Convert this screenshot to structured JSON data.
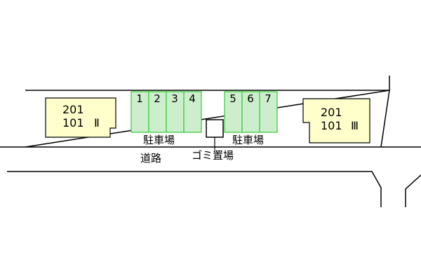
{
  "colors": {
    "building_fill": "#ffffcc",
    "parking_fill": "#cceecc",
    "parking_stroke": "#33cc33",
    "line": "#000000"
  },
  "buildings": [
    {
      "id": "II",
      "upper": "201",
      "lower": "101",
      "roman": "Ⅱ"
    },
    {
      "id": "III",
      "upper": "201",
      "lower": "101",
      "roman": "Ⅲ"
    }
  ],
  "parking_left": {
    "slots": [
      "1",
      "2",
      "3",
      "4"
    ],
    "label": "駐車場"
  },
  "parking_right": {
    "slots": [
      "5",
      "6",
      "7"
    ],
    "label": "駐車場"
  },
  "garbage": {
    "label": "ゴミ置場"
  },
  "road": {
    "label": "道路"
  }
}
